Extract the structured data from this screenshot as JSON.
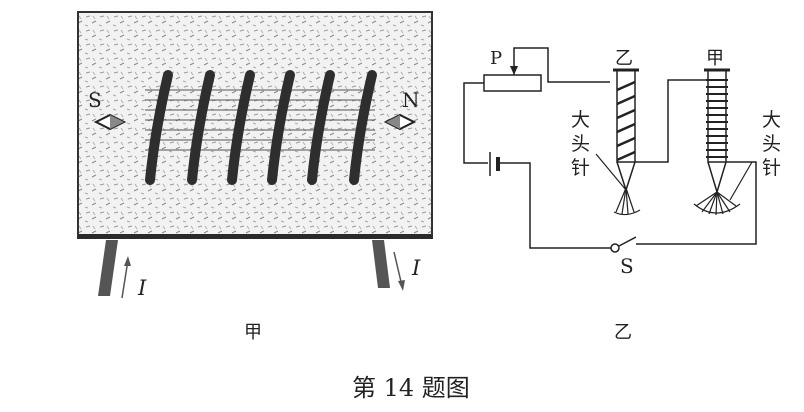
{
  "figure_a": {
    "label": "甲",
    "pole_left": "S",
    "pole_right": "N",
    "current_left": "I",
    "current_right": "I",
    "coil_turns": 6
  },
  "figure_b": {
    "label": "乙",
    "rheostat_slider": "P",
    "switch": "S",
    "electromagnet_left": "乙",
    "electromagnet_right": "甲",
    "pins_left": [
      "大",
      "头",
      "针"
    ],
    "pins_right": [
      "大",
      "头",
      "针"
    ]
  },
  "caption": "第 14 题图"
}
